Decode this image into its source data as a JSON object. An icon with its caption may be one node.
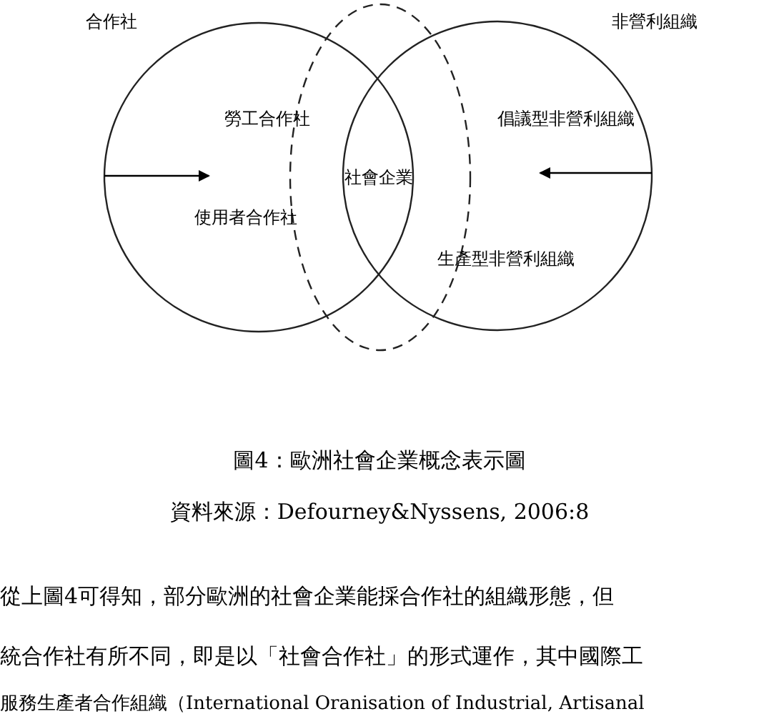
{
  "diagram": {
    "caption": "圖4：歐洲社會企業概念表示圖",
    "nodes": [
      {
        "text": [
          "合作社",
          "勞工合作社",
          "使用者合作社"
        ]
      },
      {
        "text": [
          "非營利組織",
          "倡議型非營利組織",
          "生產型非營利組織"
        ]
      },
      {
        "text": [
          "社會企業"
        ]
      }
    ],
    "labels": [
      "資料來源：Defourney&Nyssens, 2006:8",
      "從上圖4可得知，部分歐洲的社會企業能採合作社的組織形態，但",
      "統合作社有所不同，即是以「社會合作社」的形式運作，其中國際工",
      "服務生產者合作組織（International Oranisation of Industrial, Artisanal"
    ]
  }
}
